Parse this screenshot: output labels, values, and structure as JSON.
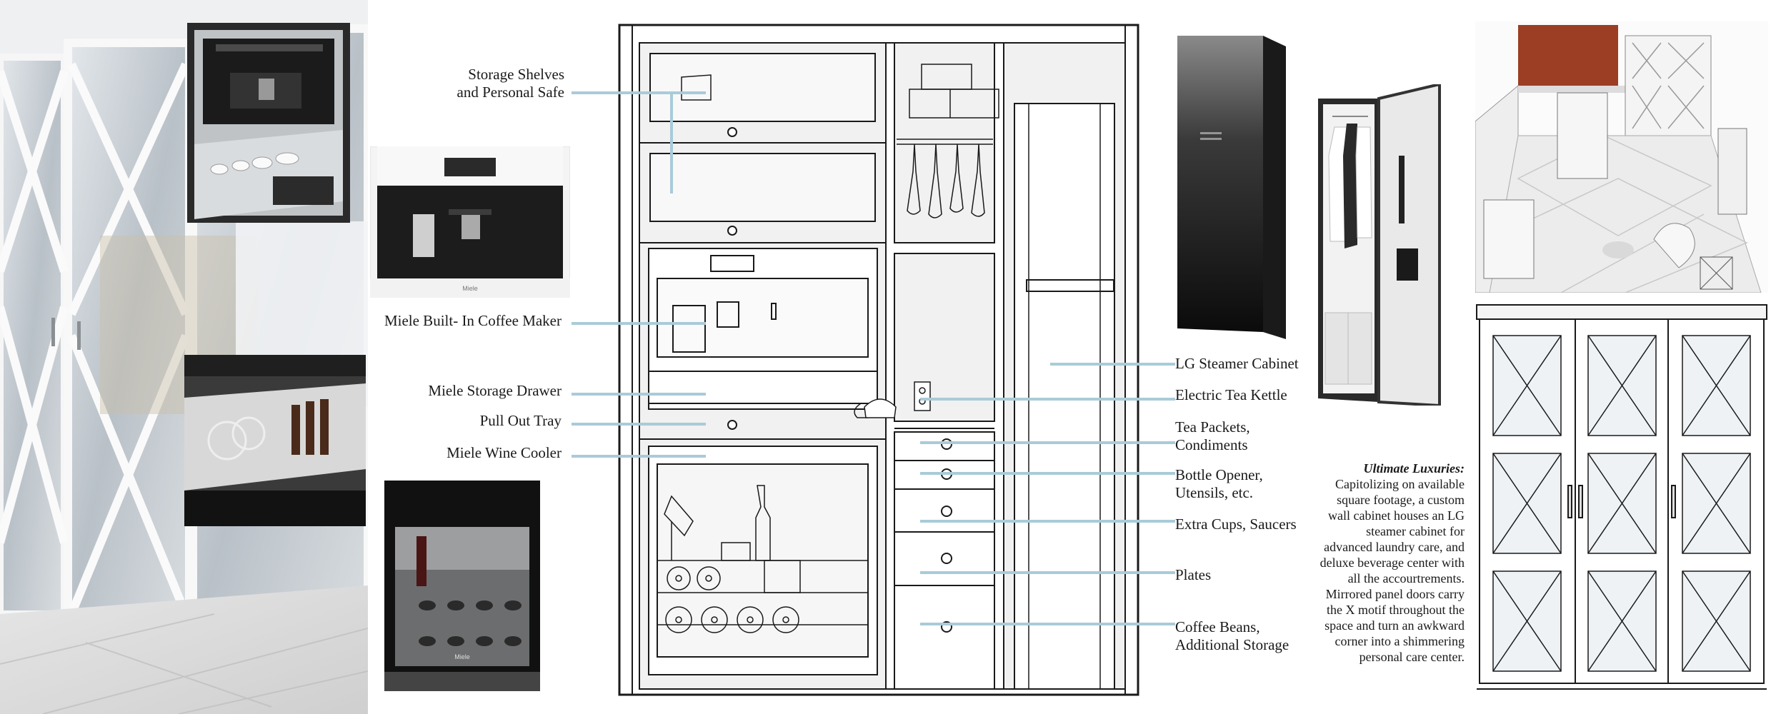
{
  "callouts_left": {
    "storage_shelves": "Storage Shelves\nand Personal Safe",
    "coffee_maker": "Miele Built- In Coffee Maker",
    "storage_drawer": "Miele Storage Drawer",
    "pull_out_tray": "Pull Out Tray",
    "wine_cooler": "Miele Wine Cooler"
  },
  "callouts_right": {
    "steamer": "LG Steamer Cabinet",
    "kettle": "Electric Tea Kettle",
    "tea": "Tea Packets,\nCondiments",
    "bottle_opener": "Bottle Opener,\nUtensils, etc.",
    "cups": "Extra Cups, Saucers",
    "plates": "Plates",
    "coffee_beans": "Coffee Beans,\nAdditional Storage"
  },
  "note": {
    "title": "Ultimate Luxuries:",
    "body": "Capitolizing on available square footage, a custom wall cabinet houses an LG steamer cabinet for advanced laundry care, and deluxe beverage center with all the accourtrements. Mirrored panel doors carry the X motif throughout the space and turn an awkward corner into a shimmering personal care center."
  },
  "brand_marks": {
    "coffee_maker": "Miele",
    "wine_cooler": "Miele"
  },
  "colors": {
    "leader_line": "#a9cbd8",
    "drawing_line": "#1a1a1a",
    "cabinet_fill": "#f1f1f1"
  }
}
